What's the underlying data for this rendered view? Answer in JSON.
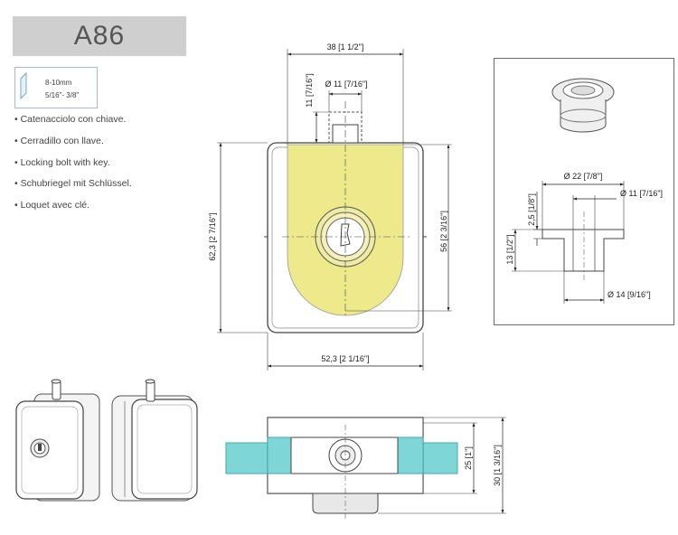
{
  "product": {
    "code": "A86"
  },
  "glass_thickness": {
    "metric": "8-10mm",
    "imperial": "5/16\"- 3/8\""
  },
  "descriptions": [
    "Catenacciolo con chiave.",
    "Cerradillo con llave.",
    "Locking bolt with key.",
    "Schubriegel mit Schlüssel.",
    "Loquet avec clé."
  ],
  "front_view": {
    "width_top": "38 [1 1/2\"]",
    "bolt_height": "11 [7/16\"]",
    "bolt_diameter": "Ø 11 [7/16\"]",
    "overall_height": "62,3 [2 7/16\"]",
    "body_height": "56 [2 3/16\"]",
    "overall_width": "52,3 [2 1/16\"]"
  },
  "section_view": {
    "flange_diameter": "Ø 22 [7/8\"]",
    "bore_diameter": "Ø 11 [7/16\"]",
    "flange_thickness": "2,5 [1/8\"]",
    "total_height": "13 [1/2\"]",
    "base_diameter": "Ø 14 [9/16\"]"
  },
  "side_view": {
    "body_thickness": "25 [1\"]",
    "total_thickness": "30 [1 3/16\"]"
  },
  "colors": {
    "highlight": "#eeea8c",
    "glass": "#7fd6d6",
    "line": "#444444",
    "title_bg": "#cfcfcf"
  }
}
